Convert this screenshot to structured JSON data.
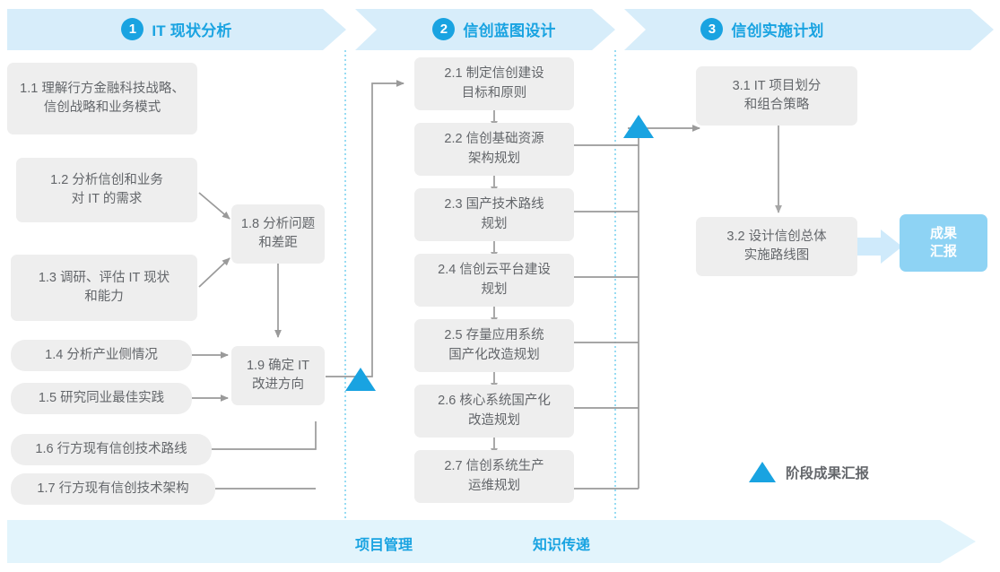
{
  "phases": [
    {
      "num": "1",
      "label": "IT 现状分析"
    },
    {
      "num": "2",
      "label": "信创蓝图设计"
    },
    {
      "num": "3",
      "label": "信创实施计划"
    }
  ],
  "phase1_tasks": [
    {
      "id": "1.1",
      "text": "1.1 理解行方金融科技战略、\n信创战略和业务模式"
    },
    {
      "id": "1.2",
      "text": "1.2 分析信创和业务\n对 IT 的需求"
    },
    {
      "id": "1.3",
      "text": "1.3 调研、评估 IT 现状\n和能力"
    },
    {
      "id": "1.4",
      "text": "1.4 分析产业侧情况"
    },
    {
      "id": "1.5",
      "text": "1.5 研究同业最佳实践"
    },
    {
      "id": "1.6",
      "text": "1.6 行方现有信创技术路线"
    },
    {
      "id": "1.7",
      "text": "1.7 行方现有信创技术架构"
    },
    {
      "id": "1.8",
      "text": "1.8 分析问题\n和差距"
    },
    {
      "id": "1.9",
      "text": "1.9 确定 IT\n改进方向"
    }
  ],
  "phase2_tasks": [
    {
      "id": "2.1",
      "text": "2.1 制定信创建设\n目标和原则"
    },
    {
      "id": "2.2",
      "text": "2.2 信创基础资源\n架构规划"
    },
    {
      "id": "2.3",
      "text": "2.3 国产技术路线\n规划"
    },
    {
      "id": "2.4",
      "text": "2.4 信创云平台建设\n规划"
    },
    {
      "id": "2.5",
      "text": "2.5 存量应用系统\n国产化改造规划"
    },
    {
      "id": "2.6",
      "text": "2.6 核心系统国产化\n改造规划"
    },
    {
      "id": "2.7",
      "text": "2.7 信创系统生产\n运维规划"
    }
  ],
  "phase3_tasks": [
    {
      "id": "3.1",
      "text": "3.1 IT 项目划分\n和组合策略"
    },
    {
      "id": "3.2",
      "text": "3.2 设计信创总体\n实施路线图"
    }
  ],
  "result": {
    "text": "成果\n汇报"
  },
  "legend": {
    "text": "阶段成果汇报",
    "marker": "milestone-triangle"
  },
  "footer": {
    "labels": [
      {
        "text": "项目管理"
      },
      {
        "text": "知识传递"
      }
    ]
  },
  "colors": {
    "accent": "#19a3e1",
    "band": "#d7edfa",
    "footer_band": "#e2f4fc",
    "box": "#eeeeee",
    "box_text": "#63666a",
    "result": "#8ed3f4",
    "connector": "#9a9a9a",
    "divider": "#7fd3f0",
    "result_arrow": "#cfeafb"
  }
}
